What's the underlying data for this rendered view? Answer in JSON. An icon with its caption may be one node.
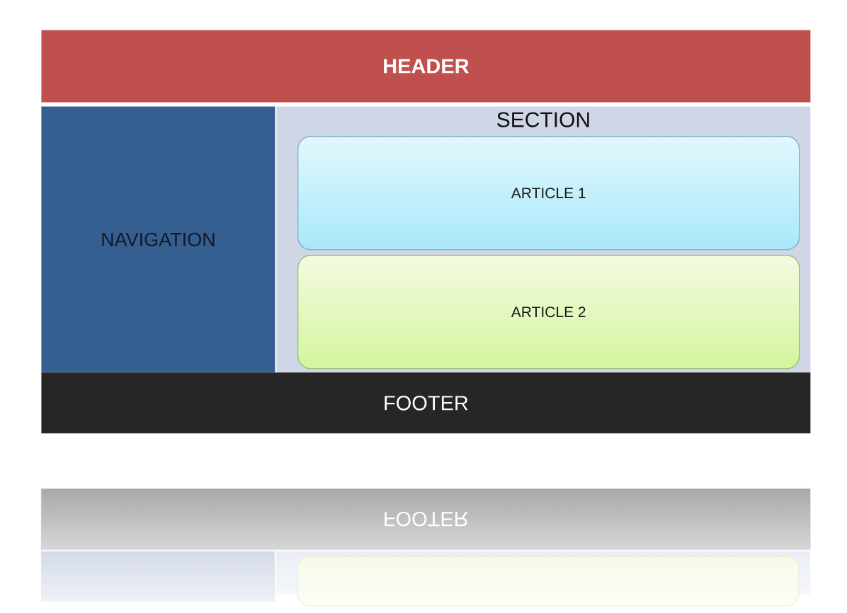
{
  "diagram": {
    "nodes": [
      {
        "text": [
          "HEADER"
        ]
      },
      {
        "text": [
          "NAVIGATION"
        ]
      },
      {
        "text": [
          "SECTION"
        ]
      },
      {
        "text": [
          "ARTICLE 1"
        ],
        "in": 2
      },
      {
        "text": [
          "ARTICLE 2"
        ],
        "in": 2
      },
      {
        "text": [
          "FOOTER"
        ]
      }
    ],
    "labels": [
      "FOOTER"
    ]
  }
}
